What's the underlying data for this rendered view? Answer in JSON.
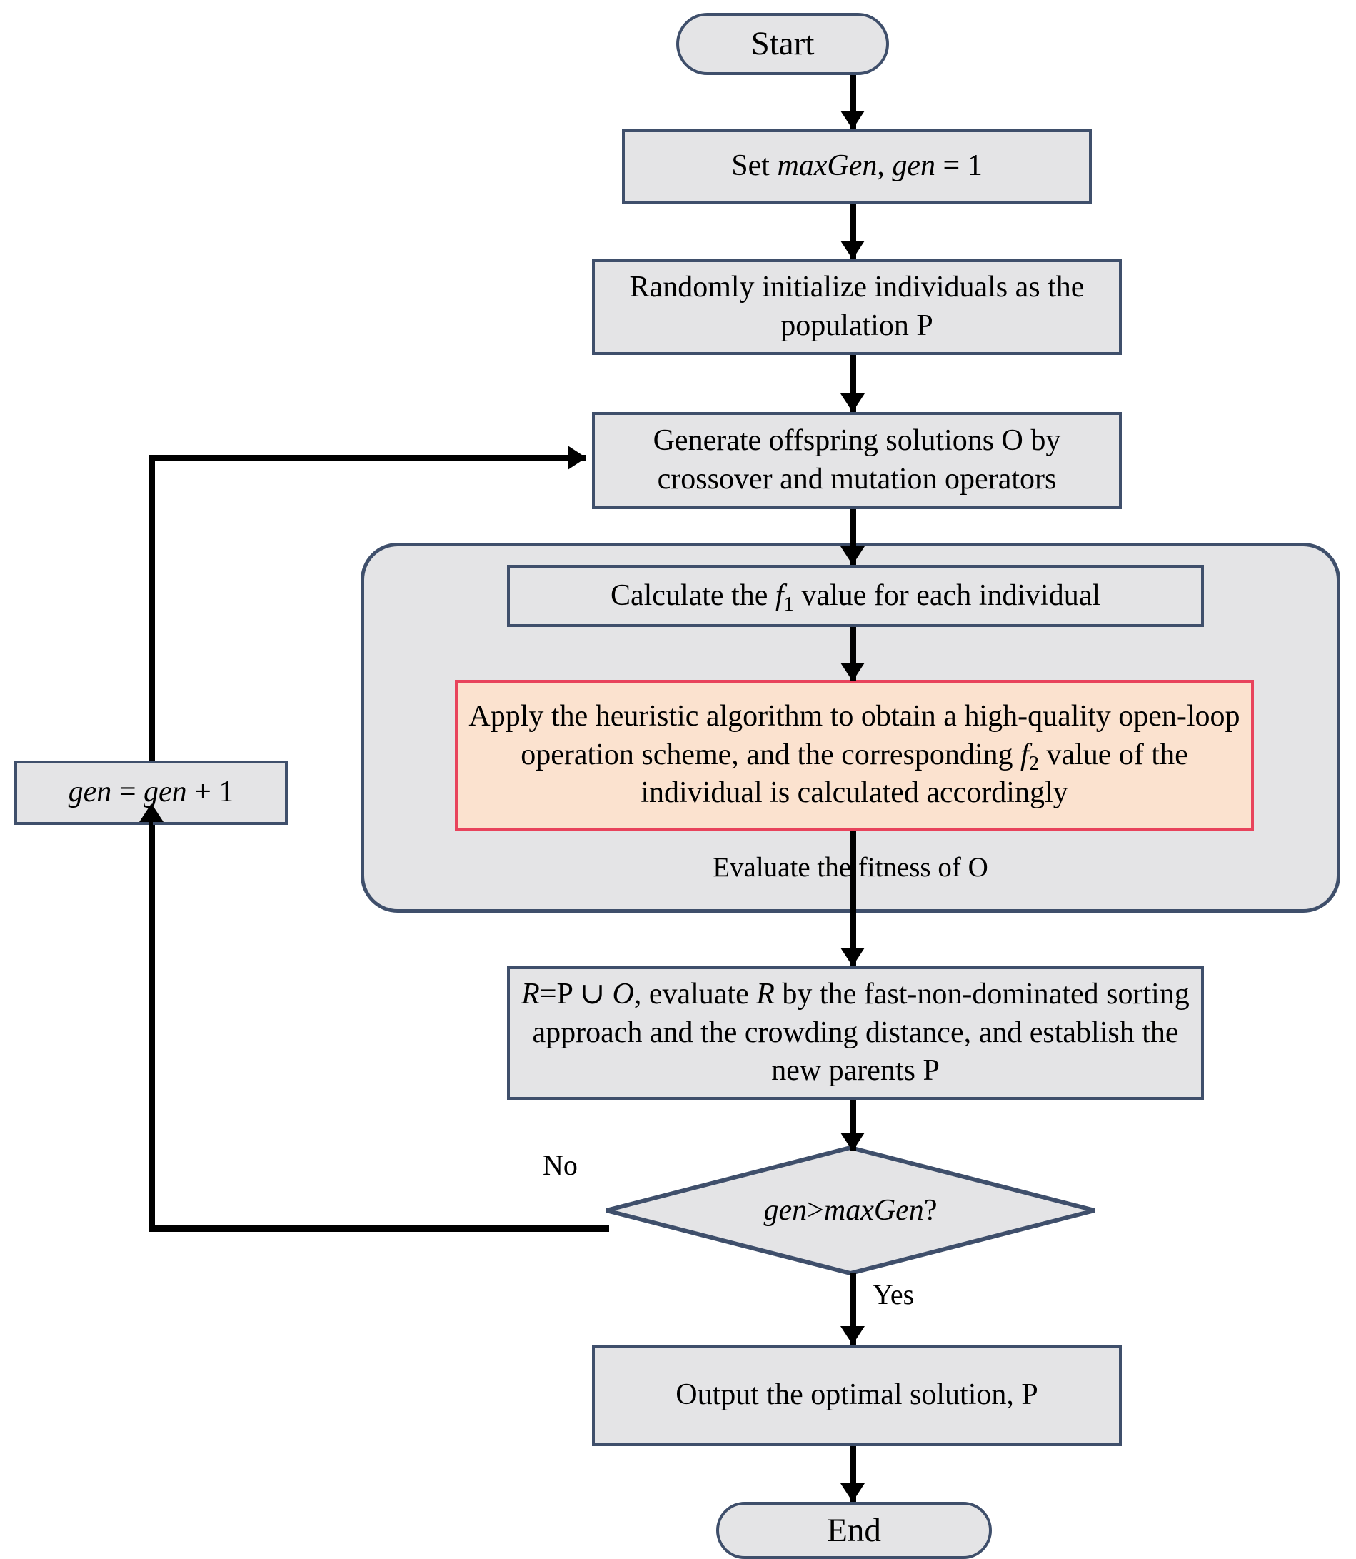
{
  "diagram": {
    "title": "Flowchart of the multi-objective evolutionary algorithm",
    "colors": {
      "node_fill": "#e4e4e6",
      "node_border": "#3f4f6b",
      "highlight_fill": "#fbe2cf",
      "highlight_border": "#e8435c",
      "connector": "#000000",
      "background": "#ffffff"
    }
  },
  "nodes": {
    "start": {
      "label": "Start",
      "shape": "terminator"
    },
    "set_params": {
      "label": "Set maxGen, gen = 1",
      "shape": "process"
    },
    "initialize": {
      "label": "Randomly initialize individuals as the population P",
      "shape": "process"
    },
    "generate": {
      "label": "Generate offspring solutions O by crossover and mutation operators",
      "shape": "process"
    },
    "calc_f1": {
      "label": "Calculate the f1 value for each individual",
      "shape": "process"
    },
    "heuristic": {
      "label": "Apply the heuristic algorithm to obtain a high-quality open-loop operation scheme, and the corresponding f2 value of the individual is calculated accordingly",
      "shape": "process-highlighted"
    },
    "evaluate_group": {
      "label": "Evaluate the fitness of O",
      "shape": "group"
    },
    "merge_sort": {
      "label": "R=P ∪ O, evaluate R by the fast-non-dominated sorting approach and the crowding distance, and establish the new parents P",
      "shape": "process"
    },
    "decision": {
      "label": "gen>maxGen?",
      "shape": "decision"
    },
    "increment": {
      "label": "gen = gen + 1",
      "shape": "process"
    },
    "output": {
      "label": "Output the optimal solution, P",
      "shape": "process"
    },
    "end": {
      "label": "End",
      "shape": "terminator"
    }
  },
  "edge_labels": {
    "no": "No",
    "yes": "Yes"
  },
  "flow": [
    {
      "from": "start",
      "to": "set_params"
    },
    {
      "from": "set_params",
      "to": "initialize"
    },
    {
      "from": "initialize",
      "to": "generate"
    },
    {
      "from": "generate",
      "to": "calc_f1"
    },
    {
      "from": "calc_f1",
      "to": "heuristic"
    },
    {
      "from": "heuristic",
      "to": "merge_sort"
    },
    {
      "from": "merge_sort",
      "to": "decision"
    },
    {
      "from": "decision",
      "to": "increment",
      "label": "No"
    },
    {
      "from": "increment",
      "to": "generate"
    },
    {
      "from": "decision",
      "to": "output",
      "label": "Yes"
    },
    {
      "from": "output",
      "to": "end"
    }
  ]
}
